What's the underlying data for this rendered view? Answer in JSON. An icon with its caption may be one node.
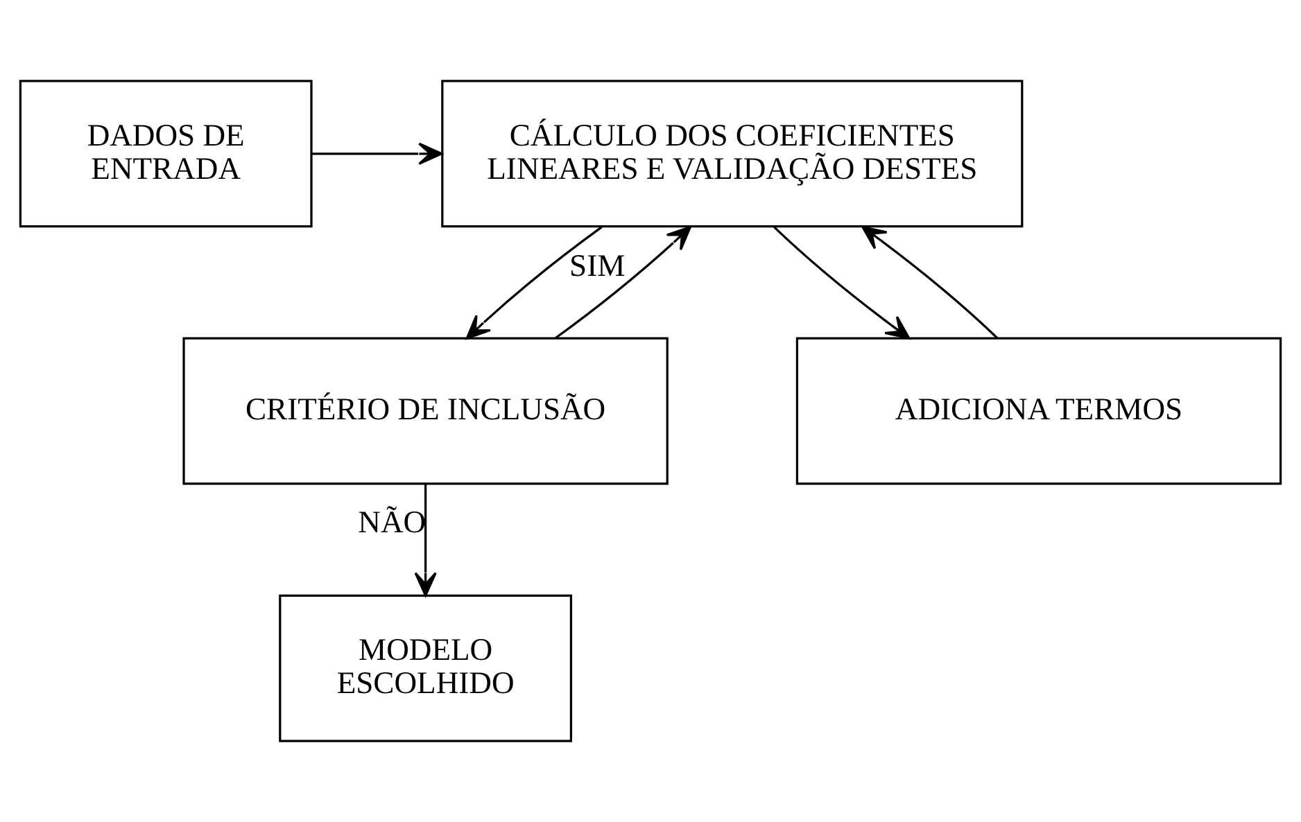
{
  "diagram": {
    "nodes": [
      {
        "text": [
          "DADOS DE ENTRADA"
        ]
      },
      {
        "text": [
          "CÁLCULO DOS COEFICIENTES LINEARES E VALIDAÇÃO DESTES"
        ]
      },
      {
        "text": [
          "CRITÉRIO DE INCLUSÃO"
        ]
      },
      {
        "text": [
          "ADICIONA TERMOS"
        ]
      },
      {
        "text": [
          "MODELO ESCOLHIDO"
        ]
      }
    ],
    "edges": [
      {
        "from": 0,
        "to": 1,
        "arrow": "to"
      },
      {
        "from": 1,
        "to": 3,
        "arrow": "to"
      },
      {
        "from": 3,
        "to": 1,
        "arrow": "to"
      },
      {
        "from": 1,
        "to": 2,
        "arrow": "to"
      },
      {
        "from": 2,
        "to": 1,
        "arrow": "to",
        "label": "SIM"
      },
      {
        "from": 2,
        "to": 4,
        "arrow": "to",
        "label": "NÃO"
      }
    ]
  }
}
